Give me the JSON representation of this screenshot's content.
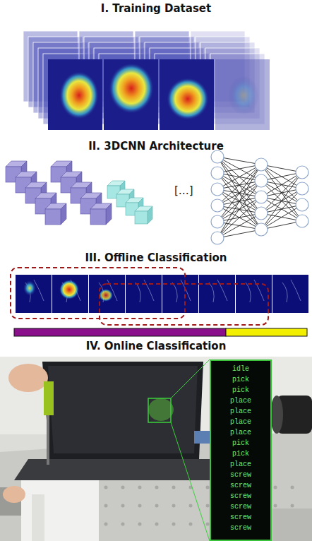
{
  "diagram": {
    "nodes": [
      {
        "text": [
          "idle",
          "pick",
          "pick",
          "place",
          "place",
          "place",
          "place",
          "pick",
          "pick",
          "place",
          "screw",
          "screw",
          "screw",
          "screw",
          "screw",
          "screw"
        ]
      }
    ],
    "labels": [
      "I. Training Dataset",
      "II. 3DCNN Architecture",
      "[…]",
      "III. Offline Classification",
      "IV. Online Classification"
    ]
  }
}
